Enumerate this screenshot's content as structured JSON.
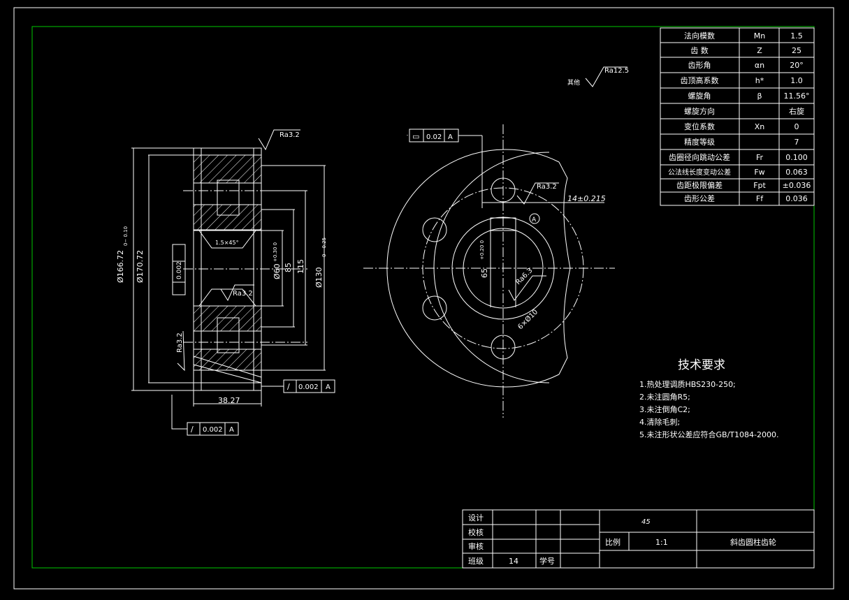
{
  "params": [
    {
      "name": "法向模数",
      "sym": "Mn",
      "val": "1.5"
    },
    {
      "name": "齿 数",
      "sym": "Z",
      "val": "25"
    },
    {
      "name": "齿形角",
      "sym": "αn",
      "val": "20°"
    },
    {
      "name": "齿顶高系数",
      "sym": "h*",
      "val": "1.0"
    },
    {
      "name": "螺旋角",
      "sym": "β",
      "val": "11.56°"
    },
    {
      "name": "螺旋方向",
      "sym": "",
      "val": "右旋"
    },
    {
      "name": "变位系数",
      "sym": "Xn",
      "val": "0"
    },
    {
      "name": "精度等级",
      "sym": "",
      "val": "7"
    },
    {
      "name": "齿圈径向跳动公差",
      "sym": "Fr",
      "val": "0.100"
    },
    {
      "name": "公法线长度变动公差",
      "sym": "Fw",
      "val": "0.063"
    },
    {
      "name": "齿距极限偏差",
      "sym": "Fpt",
      "val": "±0.036"
    },
    {
      "name": "齿形公差",
      "sym": "Ff",
      "val": "0.036"
    }
  ],
  "notes": {
    "title": "技术要求",
    "items": [
      "1.热处理调质HBS230-250;",
      "2.未注圆角R5;",
      "3.未注倒角C2;",
      "4.清除毛刺;",
      "5.未注形状公差应符合GB/T1084-2000."
    ]
  },
  "title_block": {
    "design": "设计",
    "check": "校核",
    "review": "审核",
    "class": "班级",
    "class_val": "14",
    "student_no": "学号",
    "material": "45",
    "scale_label": "比例",
    "scale_val": "1:1",
    "part_name": "斜齿圆柱齿轮"
  },
  "roughness": {
    "other_label": "其他",
    "other": "Ra12.5",
    "r1": "Ra3.2",
    "r2": "Ra3.2",
    "r3": "Ra3.2",
    "r4": "Ra3.2",
    "r5": "Ra6.3"
  },
  "dims": {
    "d_tip": "Ø166.72",
    "d_tip_tol": "0− 0.10",
    "d_ref": "Ø170.72",
    "bore": "Ø60",
    "bore_tol": "+0.30 0",
    "d85": "85",
    "d115": "115",
    "d130": "Ø130",
    "d130_tol": "0− 0.25",
    "width": "38.27",
    "chamfer": "1.5×45°",
    "key": "14±0.215",
    "keydepth": "65",
    "keydepth_tol": "+0.20 0",
    "holes": "6×Ø10",
    "datum": "A"
  },
  "gdt": {
    "flat_val": "0.02",
    "flat_datum": "A",
    "run1_val": "0.002",
    "run1_datum": "A",
    "run2_val": "0.002",
    "run2_datum": "A",
    "side_val": "0.002"
  }
}
